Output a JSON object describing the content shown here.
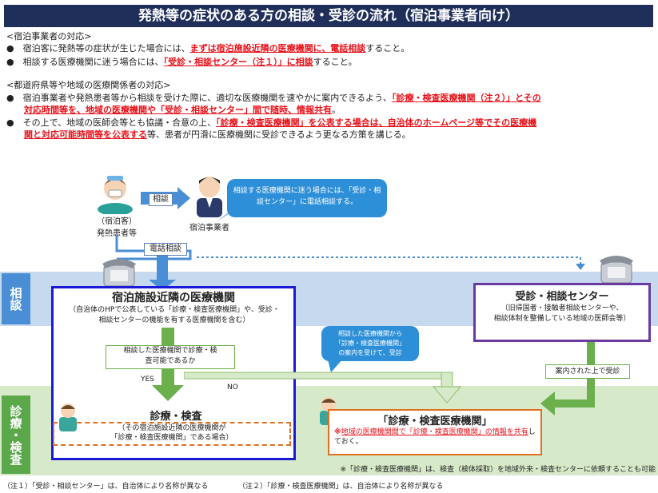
{
  "title": "発熱等の症状のある方の相談・受診の流れ（宿泊事業者向け）",
  "section1": {
    "heading": "<宿泊事業者の対応>",
    "b1_pre": "宿泊客に発熱等の症状が生じた場合には、",
    "b1_red": "まずは宿泊施設近隣の医療機関に、電話相談",
    "b1_post": "すること。",
    "b2_pre": "相談する医療機関に迷う場合には、",
    "b2_red": "「受診・相談センター（注１）」に相談",
    "b2_post": "すること。"
  },
  "section2": {
    "heading": "<都道府県等や地域の医療関係者の対応>",
    "b1_pre": "宿泊事業者や発熱患者等から相談を受けた際に、適切な医療機関を速やかに案内できるよう、",
    "b1_red1": "「診療・検査医療機関（注２）」とその",
    "b1_red2": "対応時間等を、地域の医療機関や「受診・相談センター」間で随時、情報共有",
    "b1_post": "。",
    "b2_pre": "その上で、地域の医師会等とも協議・合意の上、",
    "b2_red1": "「診療・検査医療機関」を公表する場合は、自治体のホームページ等でその医療機",
    "b2_red2": "関と対応可能時間等を公表する",
    "b2_post": "等、患者が円滑に医療機関に受診できるよう更なる方策を講じる。"
  },
  "flow": {
    "guest_label1": "（宿泊客）",
    "guest_label2": "発熱患者等",
    "consult_arrow": "相談",
    "staff_label": "宿泊事業者",
    "phone_label": "電話相談",
    "bubble1": "相談する医療機関に迷う場合には、「受診・相談センター」に電話相談する。",
    "side_consult": "相談",
    "side_exam": "診療・検査",
    "nearby_title": "宿泊施設近隣の医療機関",
    "nearby_sub1": "（自治体のHPで公表している「診療・検査医療機関」や、受診・",
    "nearby_sub2": "相談センターの機能を有する医療機関を含む）",
    "question1": "相談した医療機関で診療・検",
    "question2": "査可能であるか",
    "yes": "YES",
    "no": "NO",
    "exam_title": "診療・検査",
    "exam_sub1": "（その宿泊施設近隣の医療機関が",
    "exam_sub2": "「診療・検査医療機関」である場合）",
    "bubble2_1": "相談した医療機関から",
    "bubble2_2": "「診療・検査医療機関」",
    "bubble2_3": "の案内を受けて、受診",
    "center_title": "受診・相談センター",
    "center_sub1": "（旧帰国者・接触者相談センターや、",
    "center_sub2": "相談体制を整備している地域の医師会等）",
    "guided_label": "案内された上で受診",
    "clinic_title": "「診療・検査医療機関」",
    "clinic_note_pre": "※",
    "clinic_note_red": "地域の医療機関間で「診療・検査医療機関」の情報を共有",
    "clinic_note_post": "しておく。"
  },
  "footnote_right": "※「診療・検査医療機関」は、検査（検体採取）を地域外来・検査センターに依頼することも可能",
  "note1": "（注１）「受診・相談センター」は、自治体により名称が異なる",
  "note2": "（注２）「診療・検査医療機関」は、自治体により名称が異なる",
  "colors": {
    "title_bg": "#1f2f5a",
    "red": "#e8121a",
    "blue_border": "#1a1ad6",
    "purple_border": "#6a3aa0",
    "orange_border": "#e07020",
    "bubble": "#2d8fd8"
  }
}
